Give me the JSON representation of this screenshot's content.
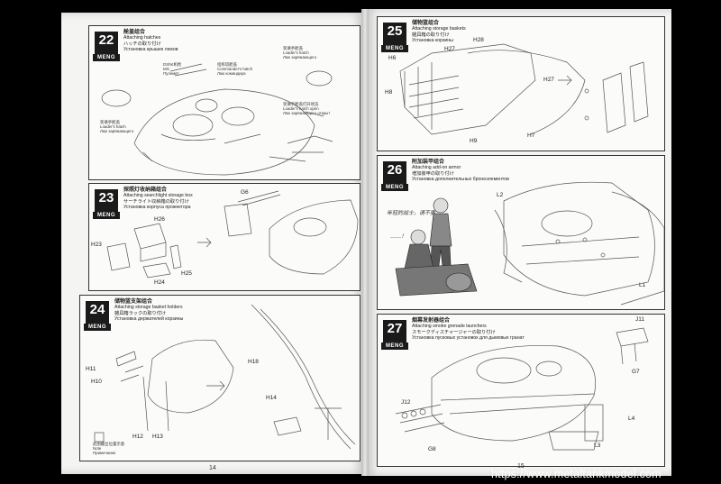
{
  "brand": "MENG",
  "steps": [
    {
      "num": "22",
      "cn": "舱盖组合",
      "en": "Attaching hatches",
      "jp": "ハッチの取り付け",
      "ru": "Установка крышек люков",
      "notes": [
        "装填手舱盖",
        "Loader's hatch",
        "Люк заряжающего",
        "指挥塔舱盖",
        "Commander's hatch",
        "Люк командира",
        "装填手舱盖打开状态",
        "Loader's hatch open",
        "Люк заряжающего открыт",
        "DShK机枪",
        "MG",
        "Пулемёт"
      ]
    },
    {
      "num": "23",
      "cn": "探照灯收纳箱组合",
      "en": "Attaching searchlight storage box",
      "jp": "サーチライト収納箱の取り付け",
      "ru": "Установка корпуса прожектора",
      "parts": [
        "G6",
        "H26",
        "H23",
        "H24",
        "H25"
      ]
    },
    {
      "num": "24",
      "cn": "储物篮支架组合",
      "en": "Attaching storage basket holders",
      "jp": "雑具箱ラックの取り付け",
      "ru": "Установка держателей корзины",
      "parts": [
        "H18",
        "H11",
        "H10",
        "H14",
        "H12",
        "H13"
      ],
      "notes": [
        "此图螺丝位置示意",
        "Note",
        "Примечание"
      ]
    },
    {
      "num": "25",
      "cn": "储物篮组合",
      "en": "Attaching storage baskets",
      "jp": "雑具箱の取り付け",
      "ru": "Установка корзины",
      "parts": [
        "H28",
        "H6",
        "H27",
        "H27",
        "H8",
        "H7",
        "H9"
      ]
    },
    {
      "num": "26",
      "cn": "附加装甲组合",
      "en": "Attaching add-on armor",
      "jp": "増加装甲の取り付け",
      "ru": "Установка дополнительных бронеэлементов",
      "parts": [
        "L2",
        "L1"
      ],
      "hand": [
        "年轻的战士，请不要……",
        "……！"
      ]
    },
    {
      "num": "27",
      "cn": "烟幕发射器组合",
      "en": "Attaching smoke grenade launchers",
      "jp": "スモークディスチャージャーの取り付け",
      "ru": "Установка пусковых установок для дымовых гранат",
      "parts": [
        "J11",
        "G7",
        "J12",
        "L4",
        "G8",
        "L3"
      ]
    }
  ],
  "pages": {
    "left": "14",
    "right": "15"
  },
  "watermark": "https://www.metaltankmodel.com"
}
